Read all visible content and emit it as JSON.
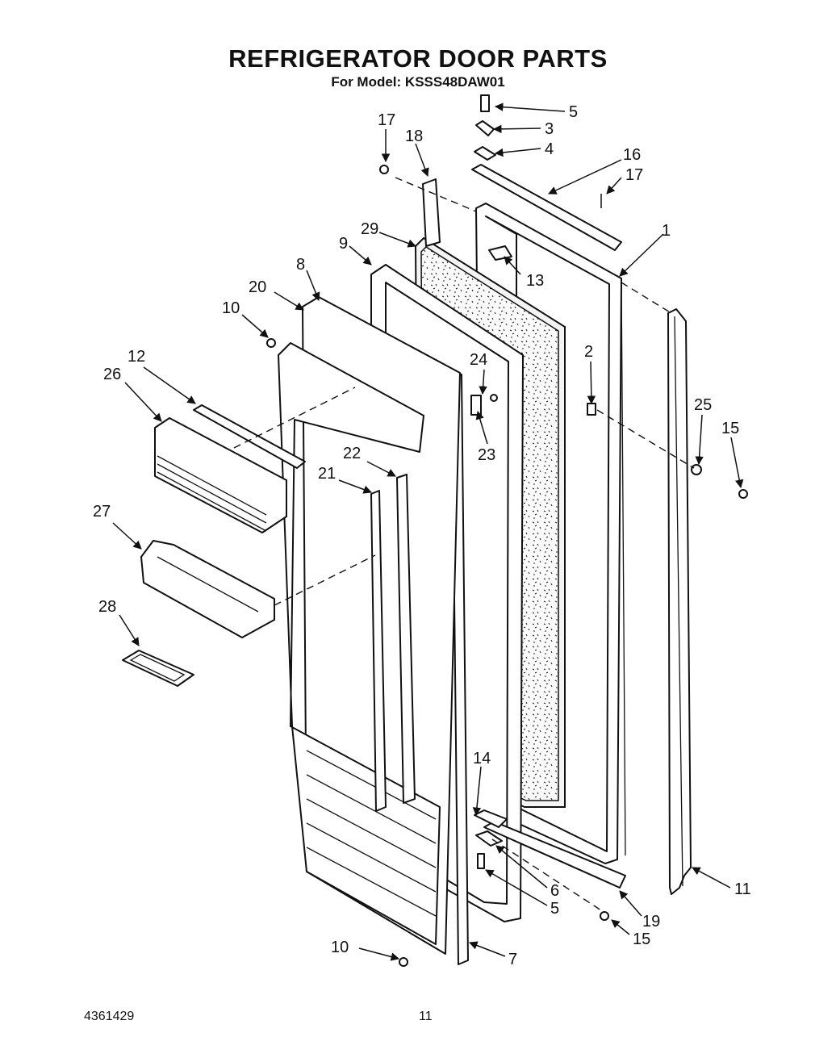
{
  "header": {
    "title": "REFRIGERATOR DOOR PARTS",
    "model_line": "For Model: KSSS48DAW01"
  },
  "footer": {
    "doc_number": "4361429",
    "page_number": "11"
  },
  "callouts": {
    "c1": "1",
    "c2": "2",
    "c3": "3",
    "c4": "4",
    "c5a": "5",
    "c5b": "5",
    "c6": "6",
    "c7": "7",
    "c8": "8",
    "c9": "9",
    "c10a": "10",
    "c10b": "10",
    "c11": "11",
    "c12": "12",
    "c13": "13",
    "c14": "14",
    "c15a": "15",
    "c15b": "15",
    "c16": "16",
    "c17a": "17",
    "c17b": "17",
    "c18": "18",
    "c19": "19",
    "c20": "20",
    "c21": "21",
    "c22": "22",
    "c23": "23",
    "c24": "24",
    "c25": "25",
    "c26": "26",
    "c27": "27",
    "c28": "28",
    "c29": "29"
  }
}
